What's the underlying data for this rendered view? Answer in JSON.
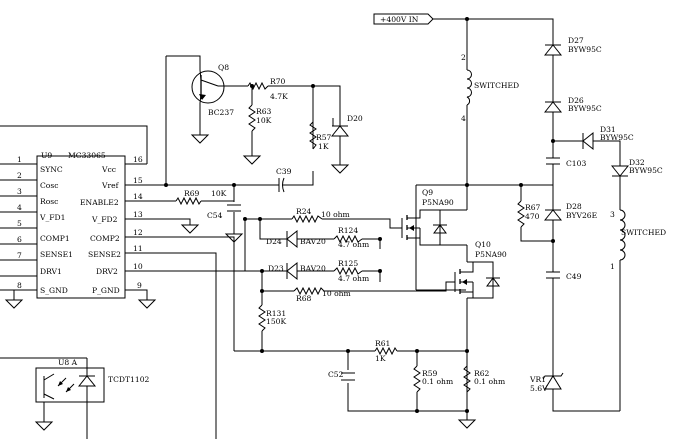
{
  "supply": {
    "label": "+400V IN"
  },
  "ic_u9": {
    "ref": "U9",
    "part": "MC33065",
    "pins": [
      {
        "num": "1",
        "name": "SYNC"
      },
      {
        "num": "2",
        "name": "Cosc"
      },
      {
        "num": "3",
        "name": "Rosc"
      },
      {
        "num": "4",
        "name": "V_FD1"
      },
      {
        "num": "5",
        "name": "COMP1"
      },
      {
        "num": "6",
        "name": "SENSE1"
      },
      {
        "num": "7",
        "name": "DRV1"
      },
      {
        "num": "8",
        "name": "S_GND"
      },
      {
        "num": "16",
        "name": "Vcc"
      },
      {
        "num": "15",
        "name": "Vref"
      },
      {
        "num": "14",
        "name": "ENABLE2"
      },
      {
        "num": "13",
        "name": "V_FD2"
      },
      {
        "num": "12",
        "name": "COMP2"
      },
      {
        "num": "11",
        "name": "SENSE2"
      },
      {
        "num": "10",
        "name": "DRV2"
      },
      {
        "num": "9",
        "name": "P_GND"
      }
    ]
  },
  "ic_u8": {
    "ref": "U8 A",
    "part": "TCDT1102"
  },
  "transistors": {
    "q8": {
      "ref": "Q8",
      "part": "BC237"
    },
    "q9": {
      "ref": "Q9",
      "part": "P5NA90"
    },
    "q10": {
      "ref": "Q10",
      "part": "P5NA90"
    }
  },
  "resistors": {
    "r70": {
      "ref": "R70",
      "value": "4.7K"
    },
    "r63": {
      "ref": "R63",
      "value": "10K"
    },
    "r57": {
      "ref": "R57",
      "value": "1K"
    },
    "r69": {
      "ref": "R69",
      "value": "10K"
    },
    "r24": {
      "ref": "R24",
      "value": "10 ohm"
    },
    "r124": {
      "ref": "R124",
      "value": "4.7 ohm"
    },
    "r125": {
      "ref": "R125",
      "value": "4.7 ohm"
    },
    "r68": {
      "ref": "R68",
      "value": "10 ohm"
    },
    "r131": {
      "ref": "R131",
      "value": "150K"
    },
    "r61": {
      "ref": "R61",
      "value": "1K"
    },
    "r59": {
      "ref": "R59",
      "value": "0.1 ohm"
    },
    "r62": {
      "ref": "R62",
      "value": "0.1 ohm"
    },
    "r67": {
      "ref": "R67",
      "value": "470"
    }
  },
  "capacitors": {
    "c39": {
      "ref": "C39"
    },
    "c54": {
      "ref": "C54"
    },
    "c52": {
      "ref": "C52"
    },
    "c103": {
      "ref": "C103"
    },
    "c49": {
      "ref": "C49"
    }
  },
  "diodes": {
    "d20": {
      "ref": "D20"
    },
    "d24": {
      "ref": "D24",
      "part": "BAV20"
    },
    "d23": {
      "ref": "D23",
      "part": "BAV20"
    },
    "d27": {
      "ref": "D27",
      "part": "BYW95C"
    },
    "d26": {
      "ref": "D26",
      "part": "BYW95C"
    },
    "d31": {
      "ref": "D31",
      "part": "BYW95C"
    },
    "d32": {
      "ref": "D32",
      "part": "BYW95C"
    },
    "d28": {
      "ref": "D28",
      "part": "BYV26E"
    },
    "vr1": {
      "ref": "VR1",
      "part": "5.6V"
    }
  },
  "windings": {
    "upper": {
      "label": "SWITCHED",
      "pin_top": "2",
      "pin_bottom": "4"
    },
    "right": {
      "label": "SWITCHED",
      "pin_top": "3",
      "pin_bottom": "1"
    }
  }
}
